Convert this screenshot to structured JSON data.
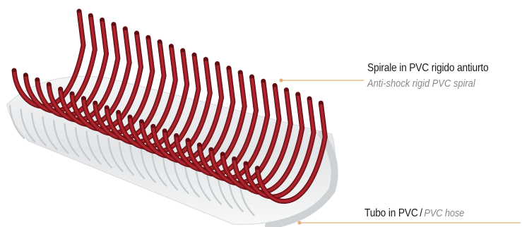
{
  "callouts": {
    "spiral": {
      "label": "Spirale in PVC rigido antiurto",
      "label_en": "Anti-shock rigid PVC spiral"
    },
    "hose": {
      "label": "Tubo in PVC",
      "separator": "/",
      "label_en": "PVC hose"
    }
  },
  "colors": {
    "spiral": "#9b1b22",
    "spiral_shadow": "#5e0d12",
    "spiral_highlight": "#d3424a",
    "hose": "#e3e5e7",
    "hose_rib": "#c7cacd",
    "leader_line": "#e3b27a"
  }
}
